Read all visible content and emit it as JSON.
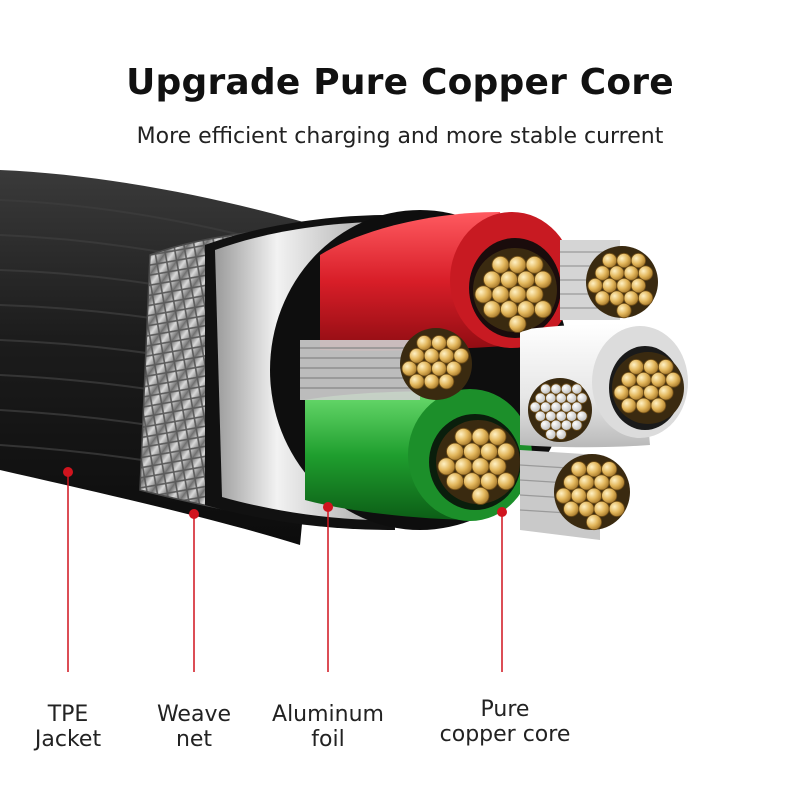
{
  "header": {
    "title": "Upgrade Pure Copper Core",
    "subtitle": "More efficient charging and more stable current"
  },
  "callouts": [
    {
      "line1": "TPE",
      "line2": "Jacket"
    },
    {
      "line1": "Weave",
      "line2": "net"
    },
    {
      "line1": "Aluminum",
      "line2": "foil"
    },
    {
      "line1": "Pure",
      "line2": "copper core"
    }
  ],
  "colors": {
    "jacket": "#1a1a1a",
    "foil": "#c8c8c8",
    "wire_red": "#d81e28",
    "wire_green": "#1f9e2e",
    "wire_white": "#eeeeee",
    "copper": "#e3b75c",
    "marker": "#d0141e"
  }
}
